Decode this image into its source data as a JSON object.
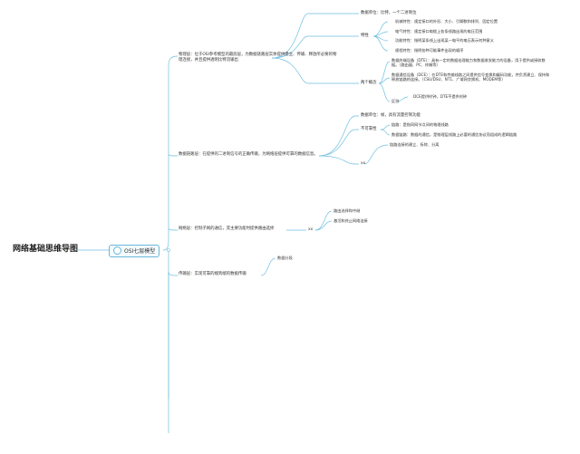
{
  "root": {
    "title": "网络基础思维导图"
  },
  "center": {
    "label": "OSI七层模型"
  },
  "physical": {
    "label": "物理层：位于OSI参考模型的最底层，为数据链路层实体提供建立、传输、释放所必要的物理连接，并且提供透明比特流输出",
    "unit": "数据单位：比特，一个二进制位",
    "features": {
      "label": "特性",
      "items": [
        "机械特性：规定接口的外形、大小、引脚数和排列、固定位置",
        "电气特性：规定接口电缆上各条线路出现的电压范围",
        "功能特性：指明某条线上出现某一电平的电压表示何种意义",
        "规程特性：指明各种可能事件出现的顺序"
      ]
    },
    "concepts": {
      "label": "两个概念",
      "items": [
        "数据终端设备（DTE）：具有一定的数据处理能力和数据收发能力的设备，用于提供或接收数据。（路由器、PC、终端等）",
        "数据通信设备（DCE）：在DTE和传输线路之间提供信号变换和编码功能，并负责建立、保持和释放链路的连接。（CSU/DSU、NT1、广域网交换机、MODEM等）"
      ],
      "diff_label": "区别",
      "diff": "DCE提供时钟，DTE不提供时钟"
    }
  },
  "datalink": {
    "label": "数据链路层：在提供的二进制信号的正确传输，为网络层提供可靠的数据信息。",
    "unit": "数据单位：帧，具有流量控制功能",
    "reliable": {
      "label": "不可靠性",
      "items": [
        "链路：是指同网节点间的物理线路",
        "数据链路：数据的通信，是物理层线路上必要的通信协议而组成的逻辑链路"
      ]
    },
    "xx_label": "xx",
    "flow": "链路连接的建立、拆除、分离"
  },
  "network": {
    "label": "网络层：控制子网的通信，其主要功能时提供路由选择",
    "xx_label": "xx",
    "items": [
      "路由选择和中继",
      "激活和终止网络连接"
    ]
  },
  "transport": {
    "label": "传输层：实现可靠的端到端的数据传输",
    "items": [
      "数据分段"
    ]
  }
}
